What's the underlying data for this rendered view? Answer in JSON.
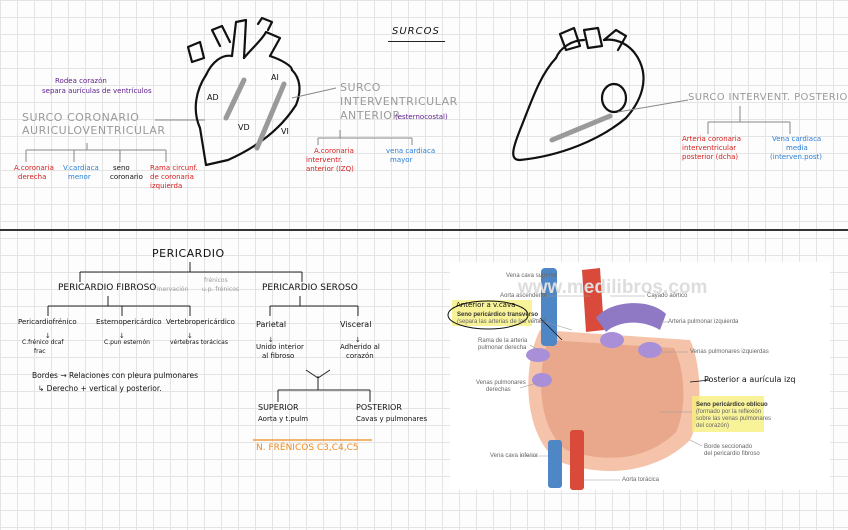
{
  "surcos": {
    "title": "SURCOS",
    "left_note_1": "Rodea corazón",
    "left_note_2": "separa aurículas de ventrículos",
    "coronario_1": "SURCO CORONARIO",
    "coronario_2": "AURICULOVENTRICULAR",
    "coronario_items": [
      {
        "l1": "A.coronaria",
        "l2": "derecha",
        "color": "red"
      },
      {
        "l1": "V.cardiaca",
        "l2": "menor",
        "color": "blue"
      },
      {
        "l1": "seno",
        "l2": "coronario",
        "color": "black"
      },
      {
        "l1": "Rama circunf.",
        "l2": "de coronaria",
        "l3": "izquierda",
        "color": "red"
      }
    ],
    "heart_labels": {
      "ad": "AD",
      "ai": "AI",
      "vd": "VD",
      "vi": "VI"
    },
    "anterior_1": "SURCO",
    "anterior_2": "INTERVENTRICULAR",
    "anterior_3": "ANTERIOR",
    "anterior_note": "(esternocostal)",
    "anterior_red_1": "A.coronaria",
    "anterior_red_2": "interventr.",
    "anterior_red_3": "anterior (IZQ)",
    "anterior_blue_1": "vena cardiaca",
    "anterior_blue_2": "mayor",
    "posterior_title": "SURCO INTERVENT. POSTERIOR",
    "posterior_red_1": "Arteria coronaria",
    "posterior_red_2": "interventricular",
    "posterior_red_3": "posterior (dcha)",
    "posterior_blue_1": "Vena cardiaca",
    "posterior_blue_2": "media",
    "posterior_blue_3": "(interven.post)"
  },
  "pericardio": {
    "title": "PERICARDIO",
    "fibroso": "PERICARDIO FIBROSO",
    "fibroso_note": "Inervación",
    "fibroso_note_2": "frénicos",
    "fibroso_note_3": "u.p. frénicos",
    "seroso": "PERICARDIO SEROSO",
    "fibroso_items": [
      {
        "l1": "Pericardiofrénico",
        "l2": "C.frénico dcaf",
        "l3": "frac"
      },
      {
        "l1": "Esternopericárdico",
        "l2": "C.pun esternón"
      },
      {
        "l1": "Vertebropericárdico",
        "l2": "vértebras torácicas"
      }
    ],
    "parietal": "Parietal",
    "parietal_desc_1": "Unido interior",
    "parietal_desc_2": "al fibroso",
    "visceral": "Visceral",
    "visceral_desc_1": "Adherido al",
    "visceral_desc_2": "corazón",
    "bordes_1": "Bordes → Relaciones con pleura pulmonares",
    "bordes_2": "↳ Derecho + vertical y posterior.",
    "superior": "SUPERIOR",
    "superior_desc": "Aorta y t.pulm",
    "posterior": "POSTERIOR",
    "posterior_desc": "Cavas y pulmonares",
    "frenicos": "N. FRÉNICOS C3,C4,C5"
  },
  "figure": {
    "watermark": "www.medilibros.com",
    "anterior_hand": "Anterior a v.cava",
    "posterior_hand": "Posterior a aurícula izq",
    "labels": {
      "vena_cava_superior": "Vena cava superior",
      "aorta_ascendente": "Aorta ascendente",
      "cayado": "Cayado aórtico",
      "seno_transverso_1": "Seno pericárdico transverso",
      "seno_transverso_2": "(separa las arterias de las venas)",
      "arteria_pulmonar": "Arteria pulmonar izquierda",
      "rama_arteria_1": "Rama de la arteria",
      "rama_arteria_2": "pulmonar derecha",
      "venas_pulm_izq": "Venas pulmonares izquierdas",
      "venas_pulm_der_1": "Venas pulmonares",
      "venas_pulm_der_2": "derechas",
      "seno_obliquo_1": "Seno pericárdico oblicuo",
      "seno_obliquo_2": "(formado por la reflexión",
      "seno_obliquo_3": "sobre las venas pulmonares",
      "seno_obliquo_4": "del corazón)",
      "vena_cava_inferior": "Vena cava inferior",
      "borde_1": "Borde seccionado",
      "borde_2": "del pericardio fibroso",
      "aorta_toracica": "Aorta torácica"
    }
  }
}
